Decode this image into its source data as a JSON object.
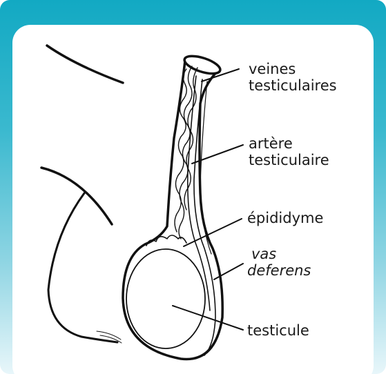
{
  "colors": {
    "frame_top": "#12a9c3",
    "frame_bottom": "#e8f6fa",
    "panel": "#ffffff",
    "ink": "#1a1a1a"
  },
  "labels": {
    "veines_line1": "veines",
    "veines_line2": "testiculaires",
    "artere_line1": "artère",
    "artere_line2": "testiculaire",
    "epididyme": "épididyme",
    "vas_line1": "vas",
    "vas_line2": "deferens",
    "testicule": "testicule"
  }
}
